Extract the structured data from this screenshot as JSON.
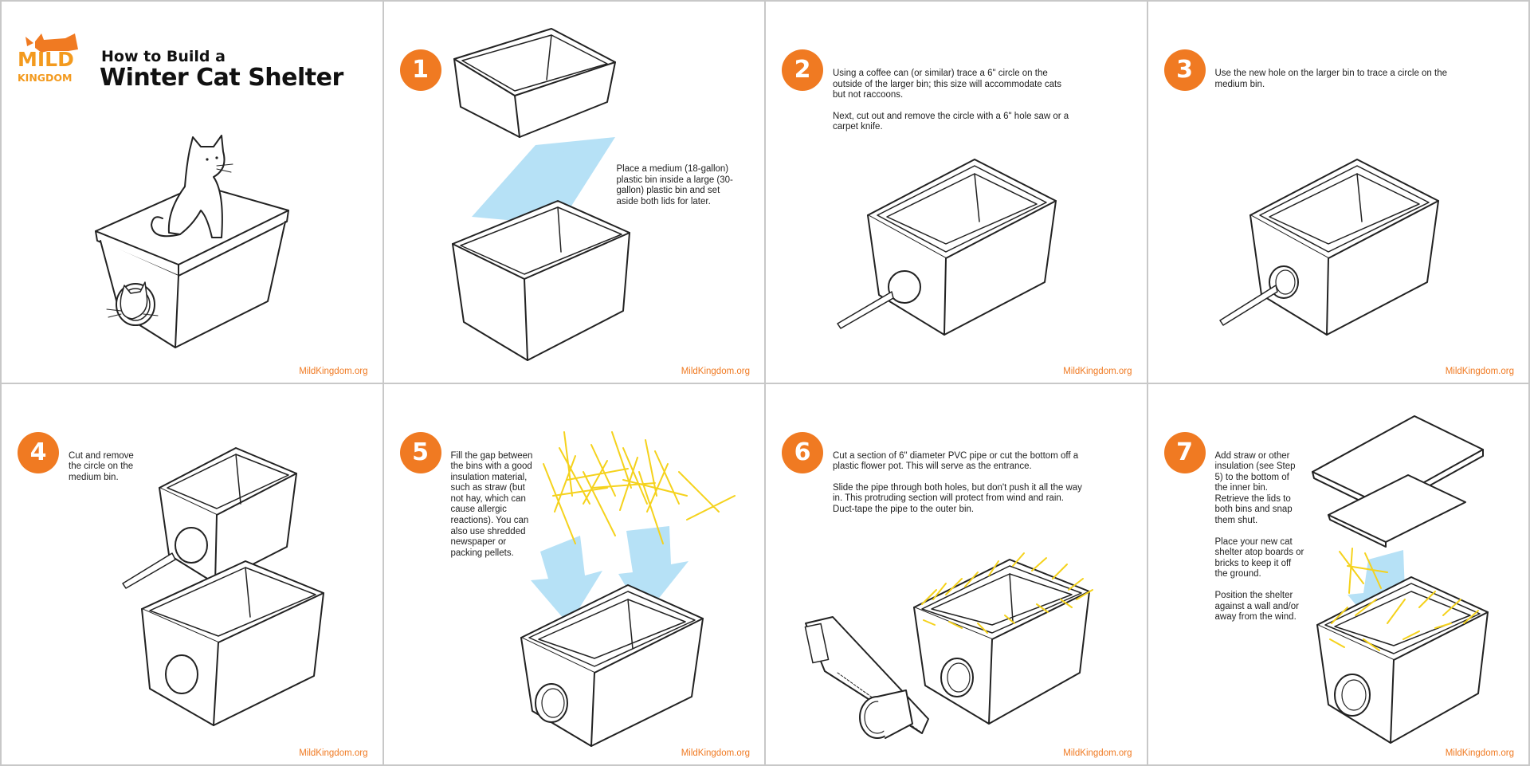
{
  "brand": {
    "logo_line1": "MILD",
    "logo_line2": "KINGDOM",
    "title_line1": "How to Build a",
    "title_line2": "Winter Cat Shelter",
    "colors": {
      "orange": "#f07a22",
      "straw": "#f5d21c",
      "arrow": "#b6e1f6",
      "line": "#222222"
    }
  },
  "footer": "MildKingdom.org",
  "steps": [
    {
      "number": "1",
      "paragraphs": [
        "Place a medium (18-gallon) plastic bin inside a large (30-gallon) plastic bin and set aside both lids for later."
      ]
    },
    {
      "number": "2",
      "paragraphs": [
        "Using a coffee can (or similar) trace a 6\" circle on the outside of the larger bin; this size will accommodate cats but not raccoons.",
        "Next, cut out and remove the circle with a 6\" hole saw or a carpet knife."
      ]
    },
    {
      "number": "3",
      "paragraphs": [
        "Use the new hole on the larger bin to trace a circle on the medium bin."
      ]
    },
    {
      "number": "4",
      "paragraphs": [
        "Cut and remove the circle on the medium bin."
      ]
    },
    {
      "number": "5",
      "paragraphs": [
        "Fill the gap between the bins with a good insulation material, such as straw (but not hay, which can cause allergic reactions). You can also use shredded newspaper or packing pellets."
      ]
    },
    {
      "number": "6",
      "paragraphs": [
        "Cut a section of 6\" diameter PVC pipe or cut the bottom off a plastic flower pot. This will serve as the entrance.",
        "Slide the pipe through both holes, but don't push it all the way in. This protruding section will protect from wind and rain. Duct-tape the pipe to the outer bin."
      ]
    },
    {
      "number": "7",
      "paragraphs": [
        "Add straw or other insulation (see Step 5) to the bottom of the inner bin. Retrieve the lids to both bins and snap them shut.",
        "Place your new cat shelter atop boards or bricks to keep it off the ground.",
        "Position the shelter against a wall and/or away from the wind."
      ]
    }
  ]
}
